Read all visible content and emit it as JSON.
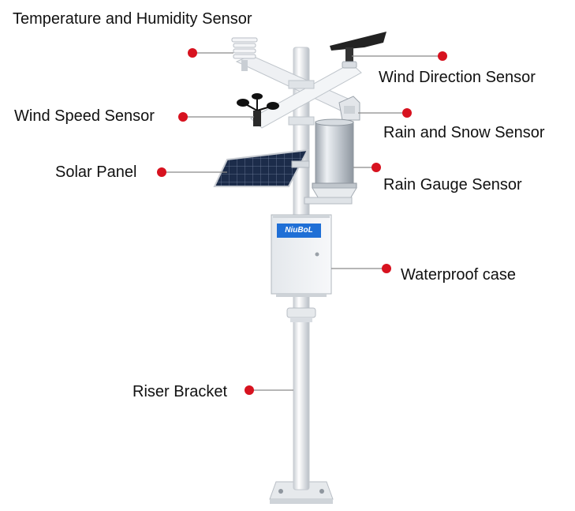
{
  "labels": {
    "temperature_humidity": "Temperature and Humidity Sensor",
    "wind_direction": "Wind Direction Sensor",
    "wind_speed": "Wind Speed Sensor",
    "rain_snow": "Rain and Snow Sensor",
    "solar_panel": "Solar Panel",
    "rain_gauge": "Rain Gauge Sensor",
    "waterproof_case": "Waterproof case",
    "riser_bracket": "Riser Bracket"
  },
  "brand": {
    "name": "NiuBoL"
  },
  "colors": {
    "callout": "#d7121f",
    "pole": "#e9ecef",
    "panel": "#1c2c4a",
    "brand": "#1f6fd6"
  }
}
